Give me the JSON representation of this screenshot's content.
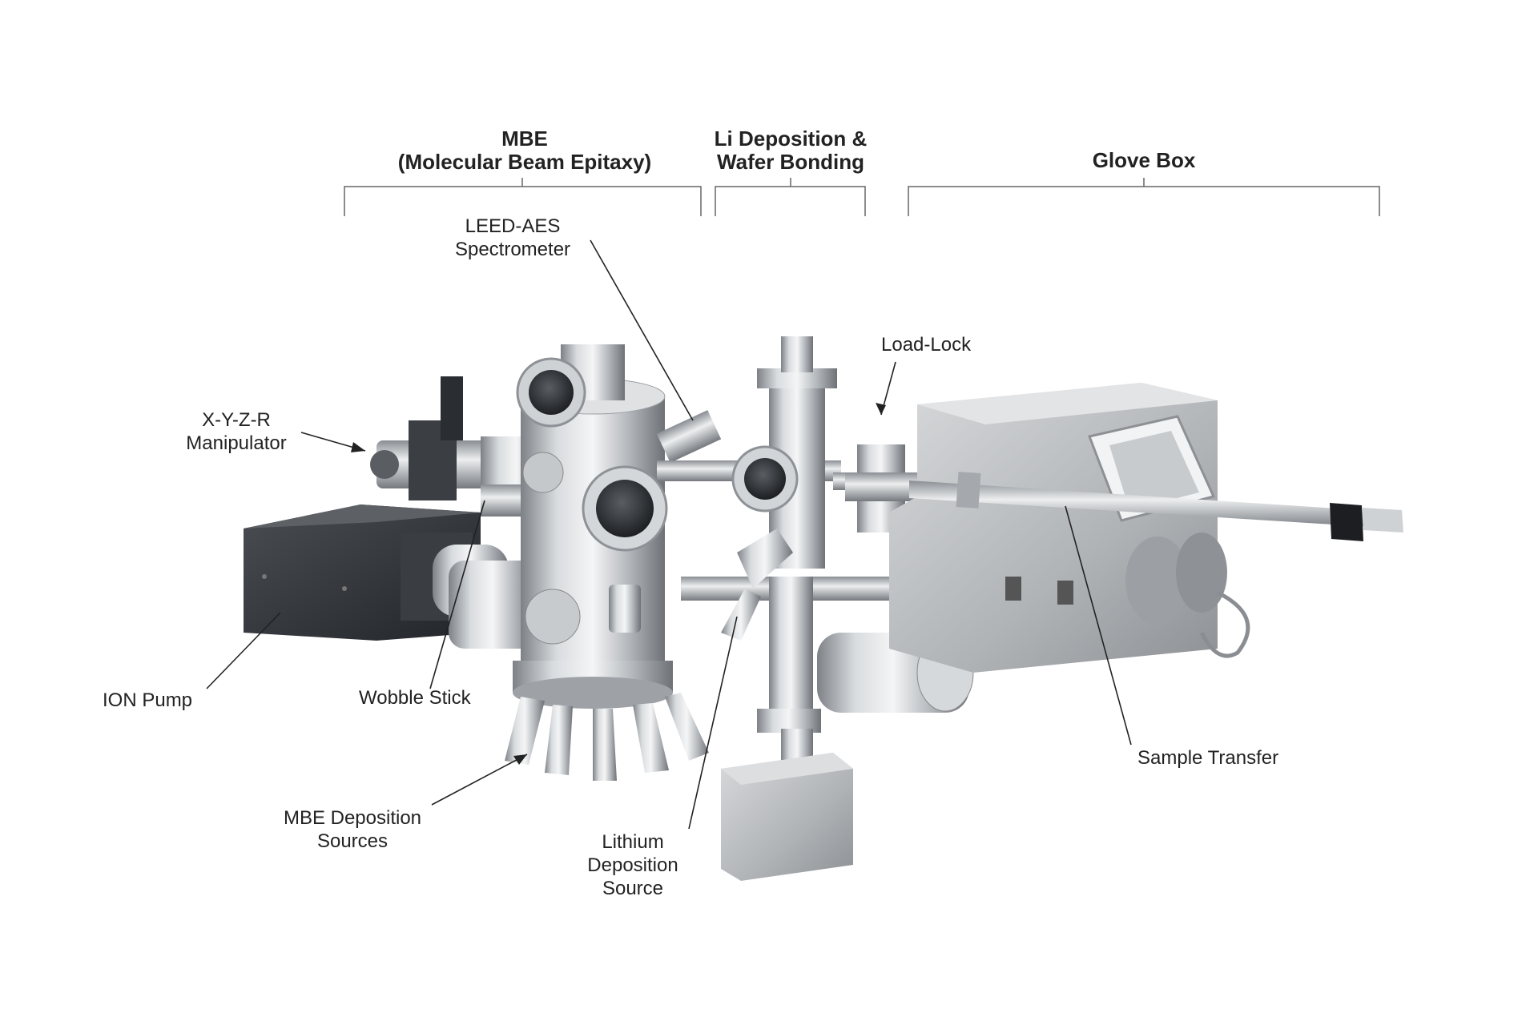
{
  "sections": {
    "mbe": {
      "line1": "MBE",
      "line2": "(Molecular Beam Epitaxy)"
    },
    "li": {
      "line1": "Li Deposition &",
      "line2": "Wafer Bonding"
    },
    "glove": {
      "line1": "Glove Box"
    }
  },
  "callouts": {
    "leed": {
      "line1": "LEED-AES",
      "line2": "Spectrometer"
    },
    "manipulator": {
      "line1": "X-Y-Z-R",
      "line2": "Manipulator"
    },
    "loadlock": {
      "line1": "Load-Lock"
    },
    "ionpump": {
      "line1": "ION Pump"
    },
    "wobble": {
      "line1": "Wobble Stick"
    },
    "sample": {
      "line1": "Sample Transfer"
    },
    "mbesources": {
      "line1": "MBE Deposition",
      "line2": "Sources"
    },
    "lithium": {
      "line1": "Lithium",
      "line2": "Deposition",
      "line3": "Source"
    }
  },
  "colors": {
    "text": "#222222",
    "steel": "#b8bcc0",
    "dark": "#2e3136",
    "bracket": "#666666"
  }
}
